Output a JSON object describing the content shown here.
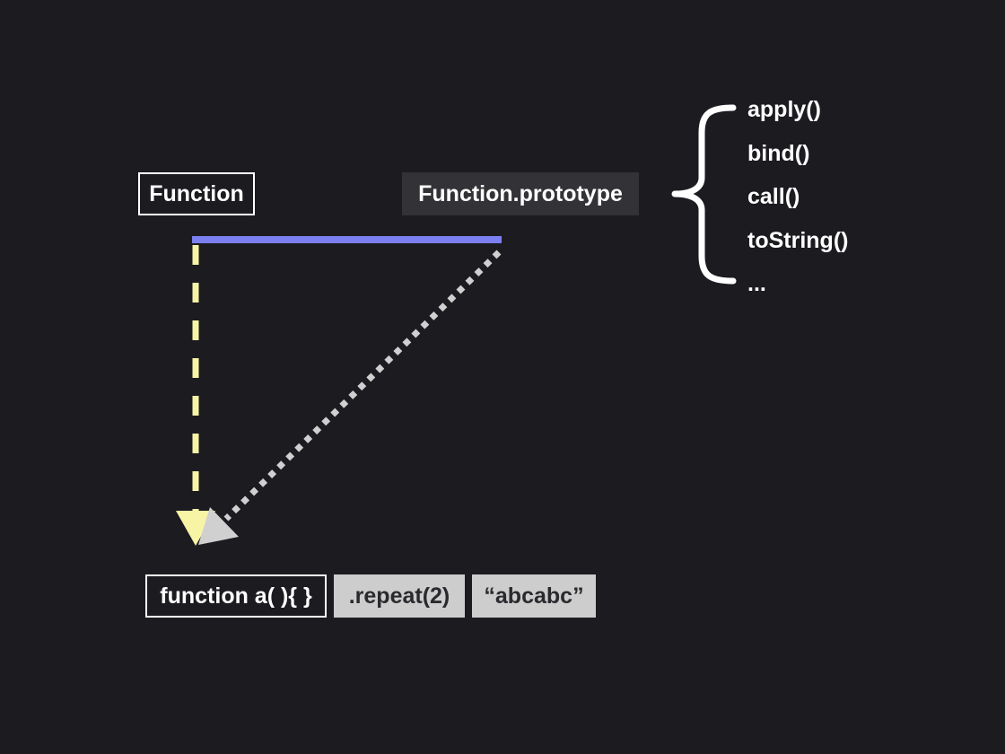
{
  "nodes": {
    "function_label": "Function",
    "prototype_label": "Function.prototype",
    "instance_label": "function a( ){ }",
    "method_call_label": ".repeat(2)",
    "result_label": "“abcabc”"
  },
  "prototype_methods": [
    "apply()",
    "bind()",
    "call()",
    "toString()",
    "..."
  ],
  "colors": {
    "background": "#1c1b20",
    "link_line": "#7b7ff0",
    "constructor_arrow": "#f7f4a6",
    "prototype_arrow": "#d0d0d0",
    "label_dark_fill": "#333236",
    "label_light_fill": "#cdcdcd"
  }
}
